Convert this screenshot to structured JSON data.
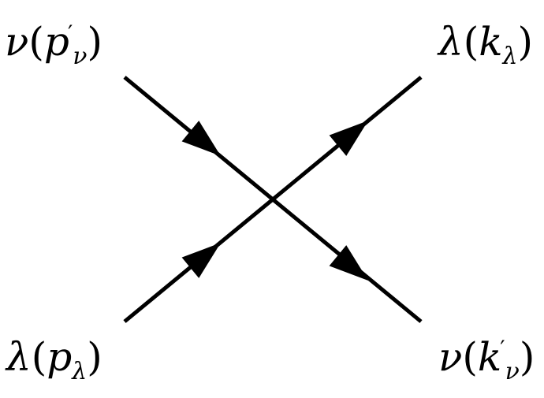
{
  "diagram": {
    "labels": {
      "top_left": {
        "particle": "ν",
        "momentum": "p",
        "subscript": "ν",
        "prime": "′"
      },
      "top_right": {
        "particle": "λ",
        "momentum": "k",
        "subscript": "λ",
        "prime": ""
      },
      "bottom_left": {
        "particle": "λ",
        "momentum": "p",
        "subscript": "λ",
        "prime": ""
      },
      "bottom_right": {
        "particle": "ν",
        "momentum": "k",
        "subscript": "ν",
        "prime": "′"
      }
    },
    "paren_open": "(",
    "paren_close": ")",
    "line_color": "#000000"
  }
}
